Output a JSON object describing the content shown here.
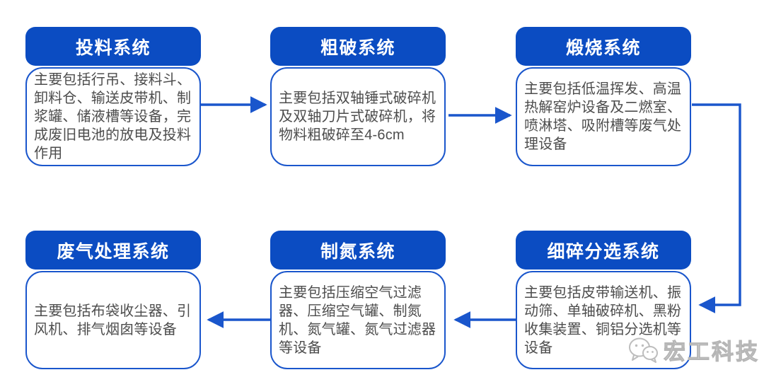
{
  "colors": {
    "header_bg": "#0b4cc2",
    "box_border": "#1a56cc",
    "arrow": "#1a56cc",
    "header_text": "#ffffff",
    "body_text": "#4d4d4d",
    "watermark_gray": "#b5b5b5"
  },
  "boxes": [
    {
      "title": "投料系统",
      "desc": "主要包括行吊、接料斗、卸料仓、输送皮带机、制浆罐、储液槽等设备，完成废旧电池的放电及投料作用"
    },
    {
      "title": "粗破系统",
      "desc": "主要包括双轴锤式破碎机及双轴刀片式破碎机，将物料粗破碎至4-6cm"
    },
    {
      "title": "煅烧系统",
      "desc": "主要包括低温挥发、高温热解窑炉设备及二燃室、喷淋塔、吸附槽等废气处理设备"
    },
    {
      "title": "废气处理系统",
      "desc": "主要包括布袋收尘器、引风机、排气烟囱等设备"
    },
    {
      "title": "制氮系统",
      "desc": "主要包括压缩空气过滤器、压缩空气罐、制氮机、氮气罐、氮气过滤器等设备"
    },
    {
      "title": "细碎分选系统",
      "desc": "主要包括皮带输送机、振动筛、单轴破碎机、黑粉收集装置、铜铝分选机等设备"
    }
  ],
  "connections": [
    {
      "from": "投料系统",
      "to": "粗破系统"
    },
    {
      "from": "粗破系统",
      "to": "煅烧系统"
    },
    {
      "from": "煅烧系统",
      "to": "细碎分选系统"
    },
    {
      "from": "细碎分选系统",
      "to": "制氮系统"
    },
    {
      "from": "制氮系统",
      "to": "废气处理系统"
    }
  ],
  "watermark": {
    "text": "宏工科技",
    "icon": "wechat-icon"
  }
}
